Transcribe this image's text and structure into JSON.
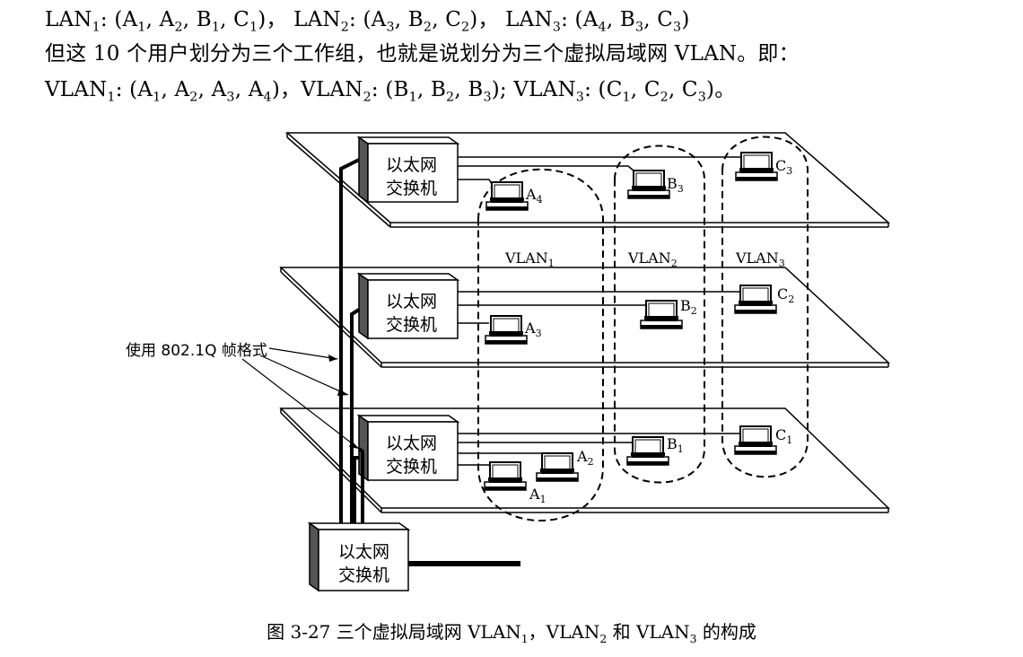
{
  "text_lines": {
    "line1": [
      {
        "t": "LAN"
      },
      {
        "s": "1"
      },
      {
        "t": ": (A"
      },
      {
        "s": "1"
      },
      {
        "t": ", A"
      },
      {
        "s": "2"
      },
      {
        "t": ", B"
      },
      {
        "s": "1"
      },
      {
        "t": ", C"
      },
      {
        "s": "1"
      },
      {
        "t": ")，   LAN"
      },
      {
        "s": "2"
      },
      {
        "t": ": (A"
      },
      {
        "s": "3"
      },
      {
        "t": ", B"
      },
      {
        "s": "2"
      },
      {
        "t": ", C"
      },
      {
        "s": "2"
      },
      {
        "t": ")，   LAN"
      },
      {
        "s": "3"
      },
      {
        "t": ": (A"
      },
      {
        "s": "4"
      },
      {
        "t": ", B"
      },
      {
        "s": "3"
      },
      {
        "t": ", C"
      },
      {
        "s": "3"
      },
      {
        "t": ")"
      }
    ],
    "line2": [
      {
        "t": "但这 10 个用户划分为三个工作组，也就是说划分为三个虚拟局域网 VLAN。即："
      }
    ],
    "line3": [
      {
        "t": "VLAN"
      },
      {
        "s": "1"
      },
      {
        "t": ": (A"
      },
      {
        "s": "1"
      },
      {
        "t": ", A"
      },
      {
        "s": "2"
      },
      {
        "t": ", A"
      },
      {
        "s": "3"
      },
      {
        "t": ", A"
      },
      {
        "s": "4"
      },
      {
        "t": ")，VLAN"
      },
      {
        "s": "2"
      },
      {
        "t": ": (B"
      },
      {
        "s": "1"
      },
      {
        "t": ", B"
      },
      {
        "s": "2"
      },
      {
        "t": ", B"
      },
      {
        "s": "3"
      },
      {
        "t": ");   VLAN"
      },
      {
        "s": "3"
      },
      {
        "t": ": (C"
      },
      {
        "s": "1"
      },
      {
        "t": ", C"
      },
      {
        "s": "2"
      },
      {
        "t": ", C"
      },
      {
        "s": "3"
      },
      {
        "t": ")。"
      }
    ]
  },
  "figure": {
    "switch_label_line1": "以太网",
    "switch_label_line2": "交换机",
    "vlan_labels": [
      {
        "base": "VLAN",
        "sub": "1"
      },
      {
        "base": "VLAN",
        "sub": "2"
      },
      {
        "base": "VLAN",
        "sub": "3"
      }
    ],
    "frame_format_label": "使用 802.1Q 帧格式",
    "computers": {
      "A1": {
        "base": "A",
        "sub": "1"
      },
      "A2": {
        "base": "A",
        "sub": "2"
      },
      "A3": {
        "base": "A",
        "sub": "3"
      },
      "A4": {
        "base": "A",
        "sub": "4"
      },
      "B1": {
        "base": "B",
        "sub": "1"
      },
      "B2": {
        "base": "B",
        "sub": "2"
      },
      "B3": {
        "base": "B",
        "sub": "3"
      },
      "C1": {
        "base": "C",
        "sub": "1"
      },
      "C2": {
        "base": "C",
        "sub": "2"
      },
      "C3": {
        "base": "C",
        "sub": "3"
      }
    }
  },
  "caption": {
    "prefix": "图 3-27   三个虚拟局域网 VLAN",
    "s1": "1",
    "mid1": "，VLAN",
    "s2": "2",
    "mid2": " 和 VLAN",
    "s3": "3",
    "suffix": " 的构成"
  }
}
